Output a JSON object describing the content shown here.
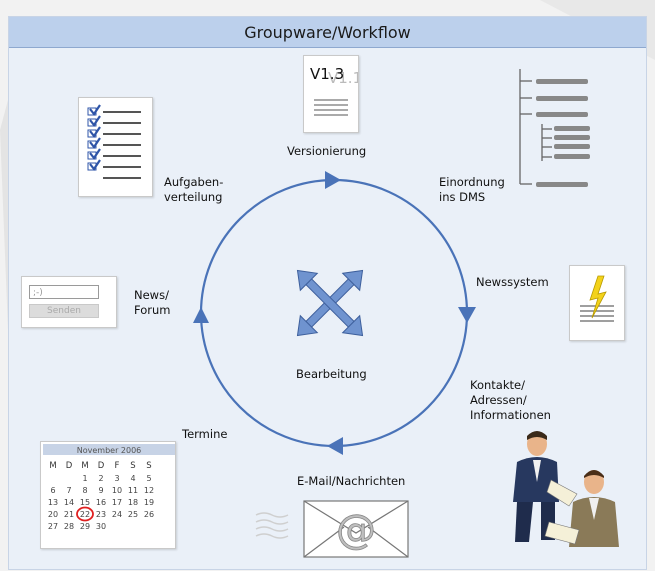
{
  "title": "Groupware/Workflow",
  "labels": {
    "versionierung": "Versionierung",
    "aufgaben_line1": "Aufgaben-",
    "aufgaben_line2": "verteilung",
    "einordnung_line1": "Einordnung",
    "einordnung_line2": "ins DMS",
    "newssystem": "Newssystem",
    "news_line1": "News/",
    "news_line2": "Forum",
    "bearbeitung": "Bearbeitung",
    "kontakte_line1": "Kontakte/",
    "kontakte_line2": "Adressen/",
    "kontakte_line3": "Informationen",
    "termine": "Termine",
    "email": "E-Mail/Nachrichten"
  },
  "version_doc": {
    "current": "V1.3",
    "old": "V1.1"
  },
  "forum_widget": {
    "input_value": ";-)",
    "button_label": "Senden"
  },
  "calendar": {
    "month": "November 2006",
    "weekdays": [
      "M",
      "D",
      "M",
      "D",
      "F",
      "S",
      "S"
    ],
    "rows": [
      [
        "",
        "",
        "1",
        "2",
        "3",
        "4",
        "5"
      ],
      [
        "6",
        "7",
        "8",
        "9",
        "10",
        "11",
        "12"
      ],
      [
        "13",
        "14",
        "15",
        "16",
        "17",
        "18",
        "19"
      ],
      [
        "20",
        "21",
        "22",
        "23",
        "24",
        "25",
        "26"
      ],
      [
        "27",
        "28",
        "29",
        "30",
        "",
        "",
        ""
      ]
    ],
    "highlighted_day": "22"
  },
  "colors": {
    "cycle": "#4a73b8",
    "title_bg": "#bcd0ec",
    "panel_bg": "#eaf0f8",
    "highlight": "#e02020"
  }
}
